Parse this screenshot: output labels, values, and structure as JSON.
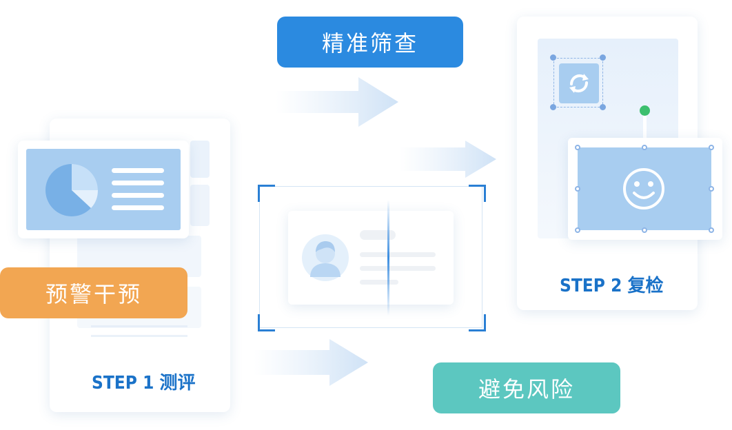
{
  "labels": {
    "precise_screening": "精准筛查",
    "early_warning": "预警干预",
    "avoid_risk": "避免风险",
    "step1": "STEP 1 测评",
    "step2": "STEP 2 复检"
  },
  "colors": {
    "blue_pill": "#2b8ae0",
    "orange_pill": "#f2a652",
    "teal_pill": "#5cc7c0",
    "step_text": "#1a72c8",
    "light_blue": "#a8cdf0",
    "green_dot": "#3cbf6e"
  }
}
